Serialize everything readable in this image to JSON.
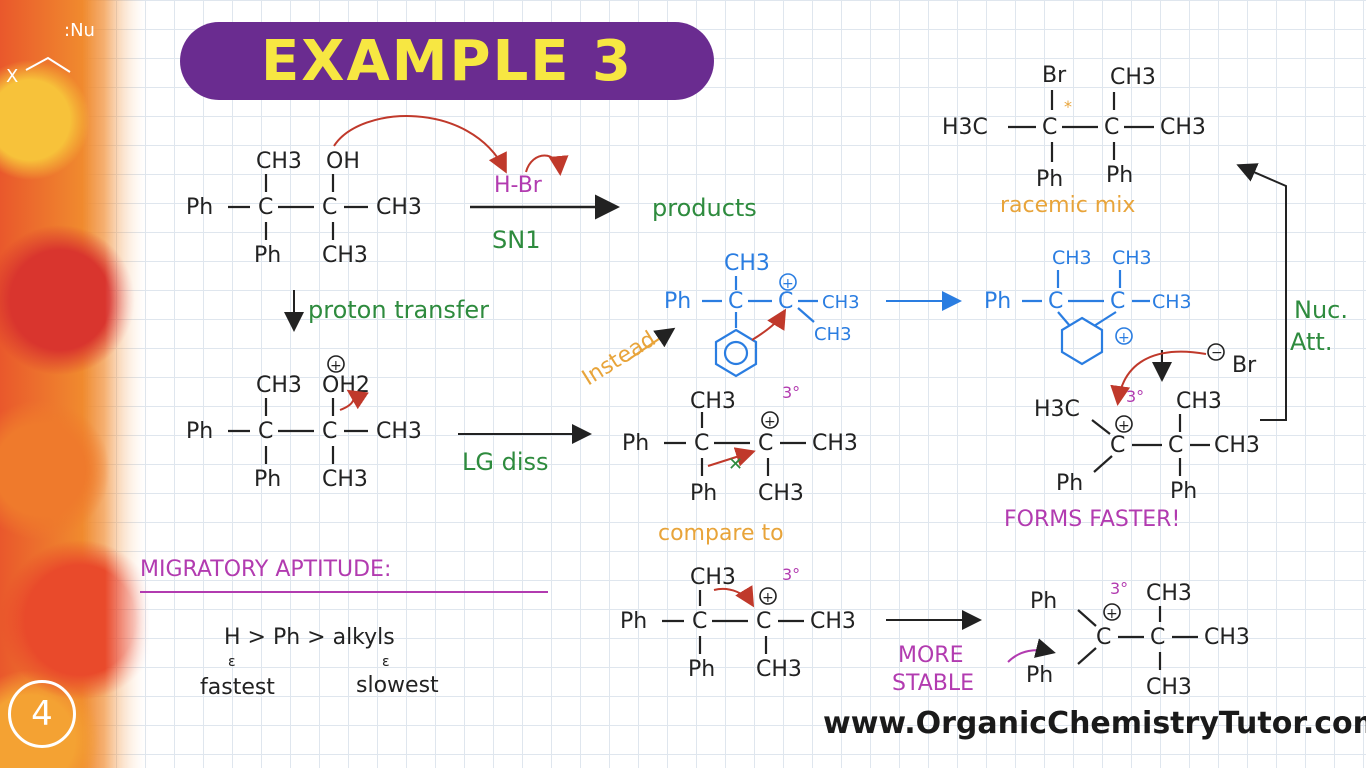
{
  "header": {
    "title": "EXAMPLE 3"
  },
  "corner": {
    "nu_label": ":Nu",
    "x_label": "X"
  },
  "badge": {
    "number": "4"
  },
  "reaction": {
    "reagent": "H-Br",
    "mechanism": "SN1",
    "products": "products",
    "proton_transfer": "proton transfer",
    "lg_diss": "LG diss",
    "instead": "Instead",
    "compare_to": "compare to",
    "racemic_mix": "racemic mix",
    "forms_faster": "FORMS FASTER!",
    "nuc_att_1": "Nuc.",
    "nuc_att_2": "Att.",
    "more_1": "MORE",
    "stable_1": "STABLE",
    "bromide": "Br",
    "tertiary": "3°"
  },
  "labels": {
    "ph": "Ph",
    "c": "C",
    "ch3": "CH3",
    "h3c": "H3C",
    "oh": "OH",
    "oh2": "OH2",
    "br": "Br",
    "plus": "+",
    "minus": "−"
  },
  "aptitude": {
    "heading": "MIGRATORY APTITUDE:",
    "order": "H > Ph > alkyls",
    "fastest": "fastest",
    "slowest": "slowest"
  },
  "website": {
    "url": "www.OrganicChemistryTutor.com"
  },
  "colors": {
    "title_bg": "#6a2c90",
    "title_text": "#f7e742",
    "green": "#2e8b3e",
    "purple": "#b23bb0",
    "orange": "#e8a43a",
    "blue": "#2a7de1",
    "red_arrow": "#c0392b"
  }
}
